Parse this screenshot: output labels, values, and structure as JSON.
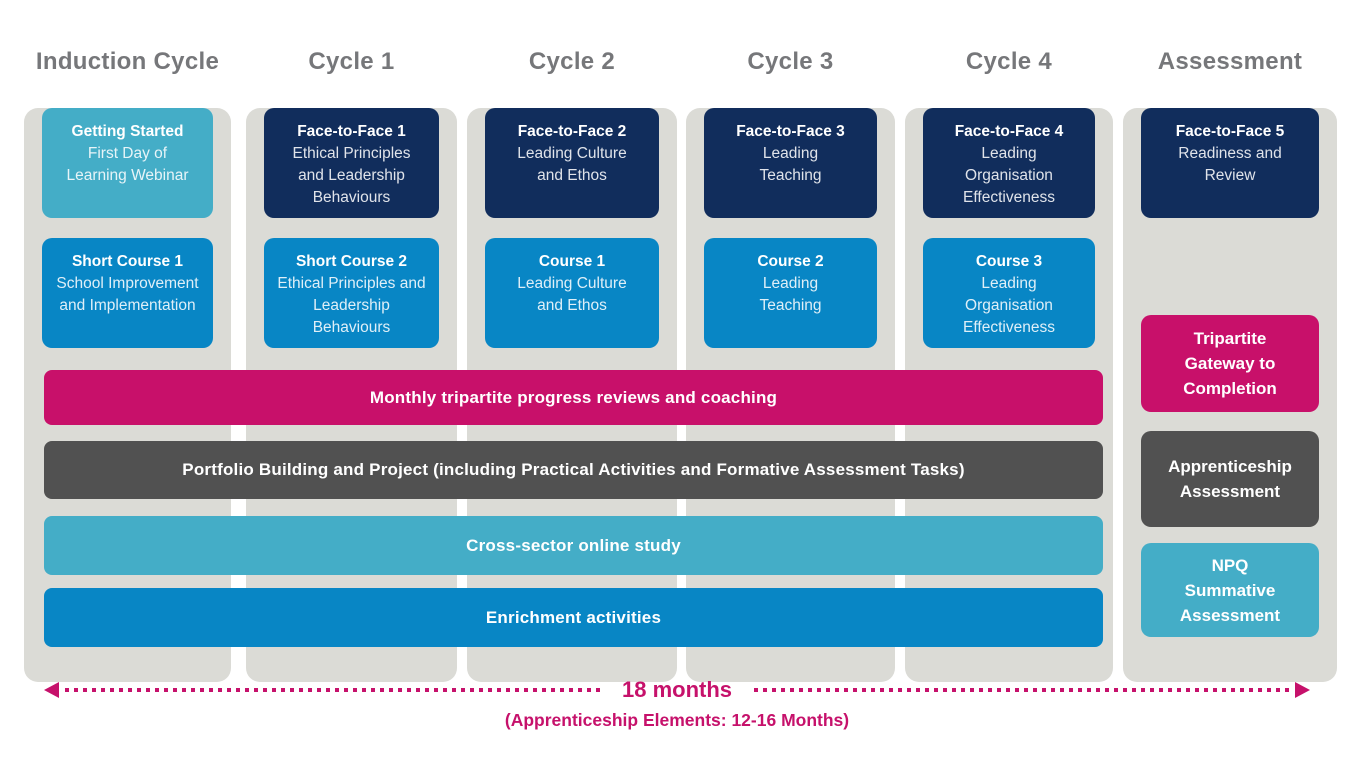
{
  "colors": {
    "page_bg": "#FFFFFF",
    "column_bg": "#DBDBD6",
    "header_text": "#76777A",
    "navy": "#112D5C",
    "blue": "#0886C5",
    "teal": "#44ADC7",
    "pink": "#C8106A",
    "dark_gray": "#515151",
    "timeline_pink": "#C6116B"
  },
  "columns": [
    {
      "header": "Induction Cycle",
      "cards": [
        {
          "title": "Getting Started",
          "body": "First Day of\nLearning Webinar",
          "variant": "teal"
        },
        {
          "title": "Short Course 1",
          "body": "School Improvement\nand Implementation",
          "variant": "blue"
        }
      ]
    },
    {
      "header": "Cycle 1",
      "cards": [
        {
          "title": "Face-to-Face 1",
          "body": "Ethical Principles\nand Leadership\nBehaviours",
          "variant": "navy"
        },
        {
          "title": "Short Course 2",
          "body": "Ethical Principles and\nLeadership\nBehaviours",
          "variant": "blue"
        }
      ]
    },
    {
      "header": "Cycle 2",
      "cards": [
        {
          "title": "Face-to-Face 2",
          "body": "Leading Culture\nand Ethos",
          "variant": "navy"
        },
        {
          "title": "Course 1",
          "body": "Leading Culture\nand Ethos",
          "variant": "blue"
        }
      ]
    },
    {
      "header": "Cycle 3",
      "cards": [
        {
          "title": "Face-to-Face 3",
          "body": "Leading\nTeaching",
          "variant": "navy"
        },
        {
          "title": "Course 2",
          "body": "Leading\nTeaching",
          "variant": "blue"
        }
      ]
    },
    {
      "header": "Cycle 4",
      "cards": [
        {
          "title": "Face-to-Face 4",
          "body": "Leading\nOrganisation\nEffectiveness",
          "variant": "navy"
        },
        {
          "title": "Course 3",
          "body": "Leading\nOrganisation\nEffectiveness",
          "variant": "blue"
        }
      ]
    },
    {
      "header": "Assessment",
      "cards": [
        {
          "title": "Face-to-Face 5",
          "body": "Readiness and\nReview",
          "variant": "navy"
        },
        {
          "label": "Tripartite\nGateway to\nCompletion",
          "variant": "pink"
        },
        {
          "label": "Apprenticeship\nAssessment",
          "variant": "gray"
        },
        {
          "label": "NPQ\nSummative\nAssessment",
          "variant": "teal"
        }
      ]
    }
  ],
  "bars": [
    {
      "label": "Monthly tripartite progress reviews and coaching",
      "color": "#C8106A"
    },
    {
      "label": "Portfolio Building and Project (including Practical Activities and Formative Assessment Tasks)",
      "color": "#515151"
    },
    {
      "label": "Cross-sector online study",
      "color": "#44ADC7"
    },
    {
      "label": "Enrichment activities",
      "color": "#0886C5"
    }
  ],
  "timeline": {
    "duration_label": "18 months",
    "note": "(Apprenticeship Elements: 12-16 Months)"
  }
}
